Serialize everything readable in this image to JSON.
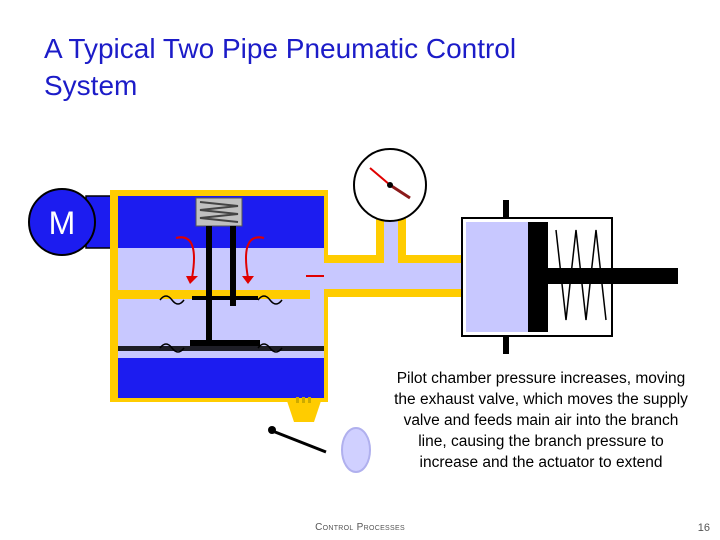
{
  "slide": {
    "title_line1": "A Typical Two Pipe Pneumatic Control",
    "title_line2": "System",
    "motor_label": "M",
    "caption_lines": [
      "Pilot chamber pressure increases, moving",
      "the exhaust valve, which moves the supply",
      "valve and feeds main air into the branch",
      "line, causing the branch pressure to",
      "increase and the actuator to extend"
    ],
    "footer": "Control Processes",
    "page_number": "16"
  },
  "colors": {
    "title": "#1c1cc8",
    "valve_body": "#ffcc00",
    "pilot_chamber": "#1c1cf0",
    "air_chamber": "#c8c8ff",
    "gauge_needle": "#e00000",
    "flow_arrow": "#e00000"
  }
}
